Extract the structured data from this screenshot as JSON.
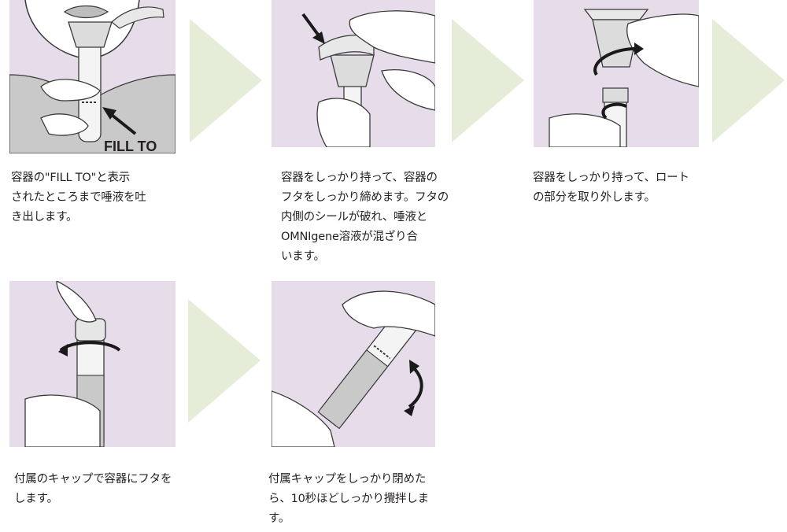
{
  "steps": [
    {
      "caption": "容器の\"FILL TO\"と表示\nされたところまで唾液を吐\nき出します。",
      "label": "FILL TO"
    },
    {
      "caption": "容器をしっかり持って、容器の\nフタをしっかり締めます。フタの\n内側のシールが破れ、唾液と\nOMNIgene溶液が混ざり合\nいます。"
    },
    {
      "caption": "容器をしっかり持って、ロート\nの部分を取り外します。"
    },
    {
      "caption": "付属のキャップで容器にフタを\nします。"
    },
    {
      "caption": "付属キャップをしっかり閉めた\nら、10秒ほどしっかり攪拌しま\nす。"
    }
  ],
  "colors": {
    "panel_bg": "#e6dcea",
    "arrow_fill": "#e5ecd8",
    "grey_shirt": "#c9c9c9",
    "line": "#3a3a3a"
  }
}
